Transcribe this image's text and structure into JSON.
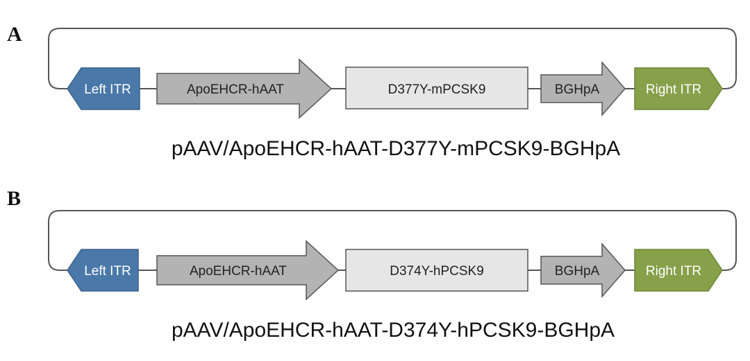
{
  "colors": {
    "itr_left_fill": "#4a78a8",
    "itr_left_stroke": "#3b6189",
    "itr_right_fill": "#87a04a",
    "itr_right_stroke": "#6e8738",
    "promoter_fill": "#b3b3b3",
    "gene_fill": "#e6e6e6",
    "polya_fill": "#b3b3b3",
    "stroke": "#555555",
    "line": "#555555"
  },
  "panels": [
    {
      "letter": "A",
      "elements": {
        "left_itr": "Left ITR",
        "promoter": "ApoEHCR-hAAT",
        "gene": "D377Y-mPCSK9",
        "polya": "BGHpA",
        "right_itr": "Right ITR"
      },
      "caption": "pAAV/ApoEHCR-hAAT-D377Y-mPCSK9-BGHpA"
    },
    {
      "letter": "B",
      "elements": {
        "left_itr": "Left ITR",
        "promoter": "ApoEHCR-hAAT",
        "gene": "D374Y-hPCSK9",
        "polya": "BGHpA",
        "right_itr": "Right ITR"
      },
      "caption": "pAAV/ApoEHCR-hAAT-D374Y-hPCSK9-BGHpA"
    }
  ]
}
